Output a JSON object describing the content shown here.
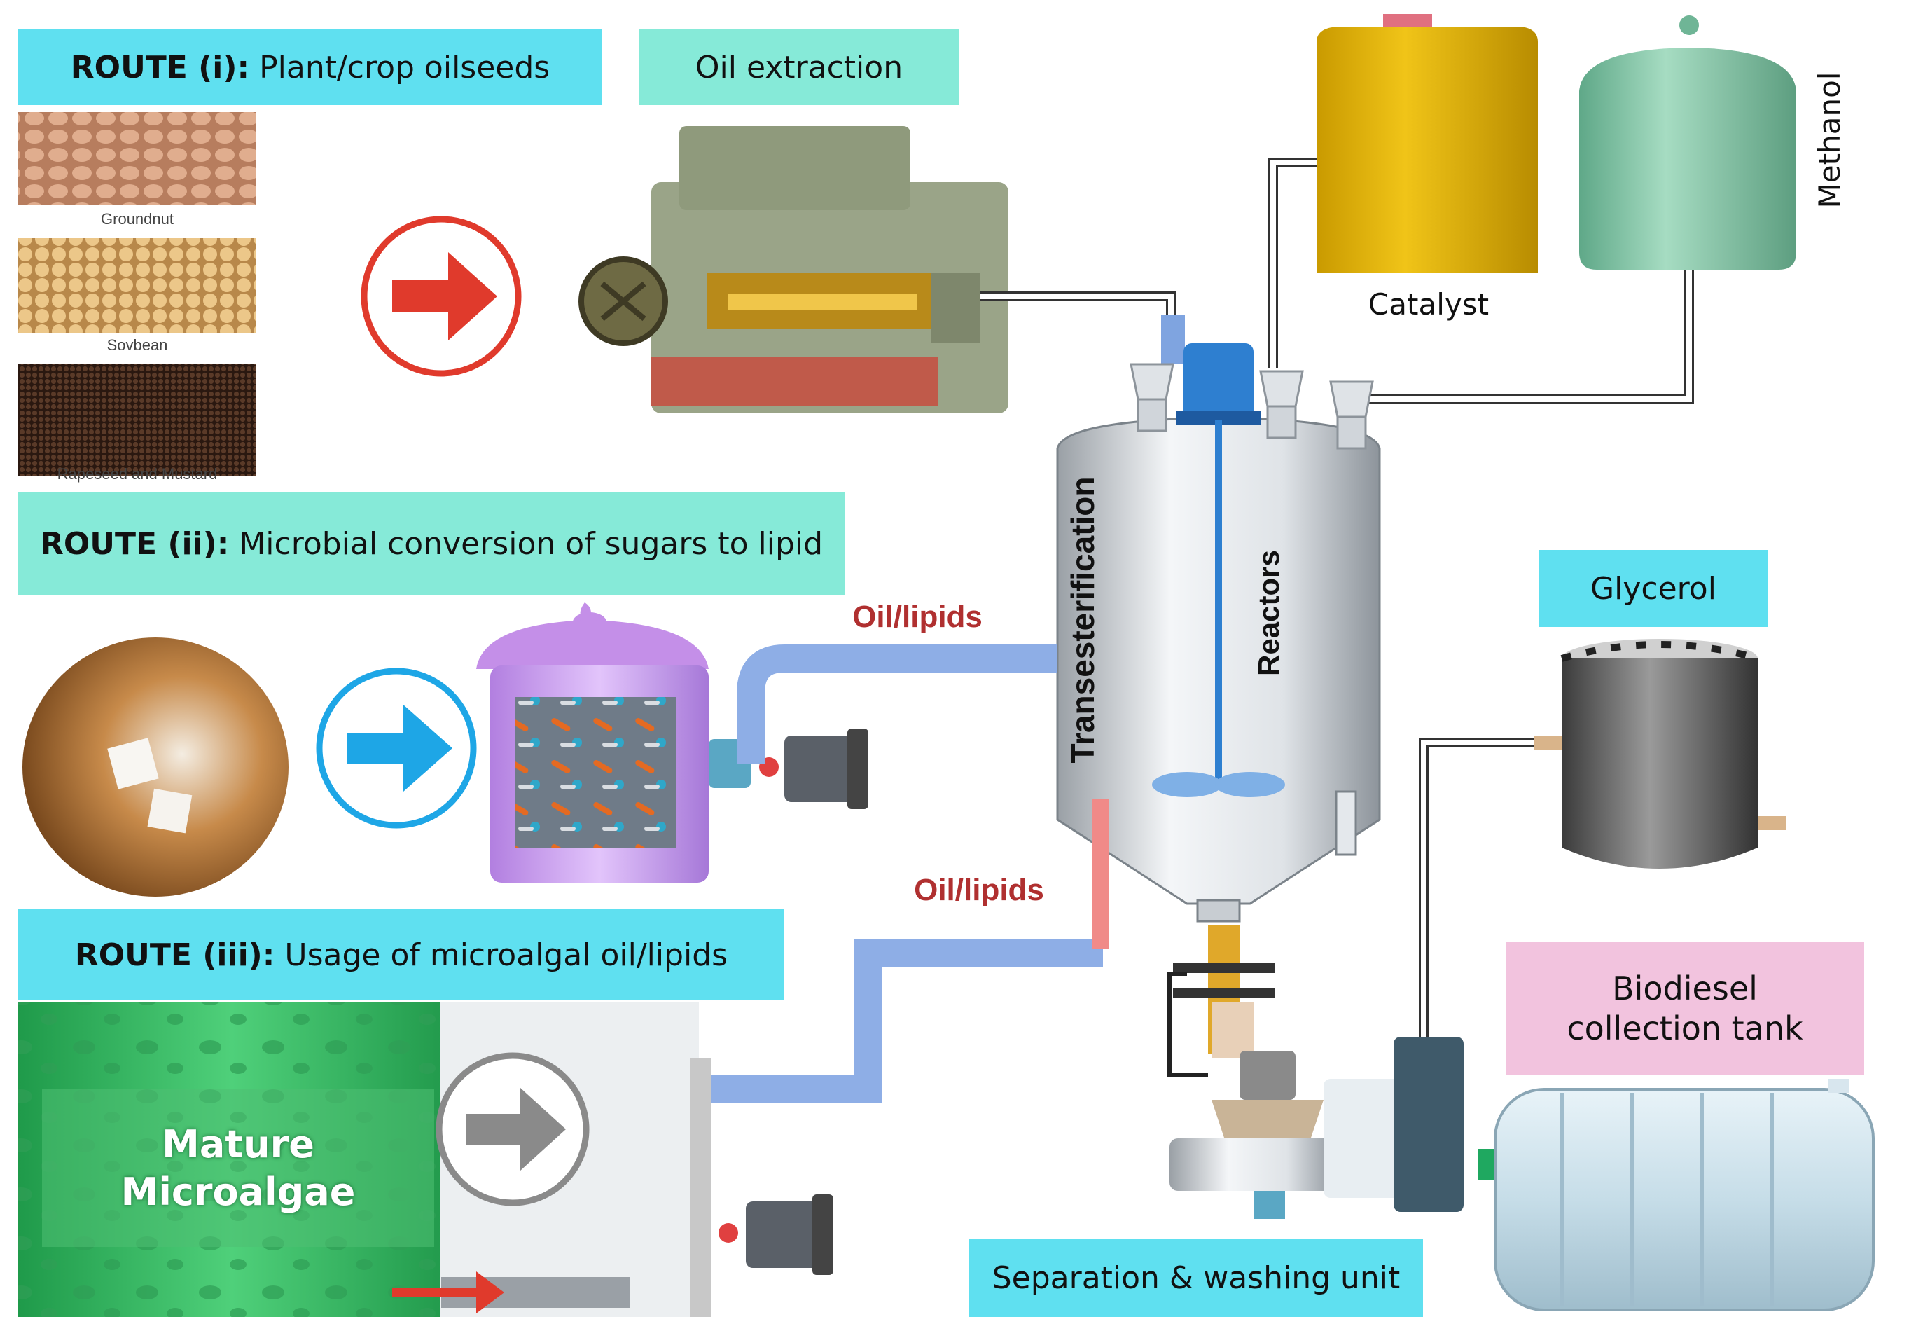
{
  "routes": {
    "route1": {
      "prefix": "ROUTE (i):",
      "text": "Plant/crop oilseeds"
    },
    "route2": {
      "prefix": "ROUTE (ii):",
      "text": "Microbial conversion of sugars to lipid"
    },
    "route3": {
      "prefix": "ROUTE (iii):",
      "text": "Usage of microalgal oil/lipids"
    }
  },
  "seeds": [
    {
      "name": "Groundnut",
      "color": "#c99272"
    },
    {
      "name": "Sovbean",
      "color": "#d8a968"
    },
    {
      "name": "Rapeseed and Mustard",
      "color": "#3a2418"
    }
  ],
  "units": {
    "oil_extraction": "Oil extraction",
    "catalyst": "Catalyst",
    "methanol": "Methanol",
    "transesterification": "Transesterification",
    "reactors": "Reactors",
    "glycerol": "Glycerol",
    "biodiesel_tank": "Biodiesel collection tank",
    "separation": "Separation & washing unit",
    "mature_microalgae": "Mature Microalgae"
  },
  "flows": {
    "oil_lipids_1": "Oil/lipids",
    "oil_lipids_2": "Oil/lipids"
  },
  "icons": [
    "arrow-right-icon"
  ],
  "colors": {
    "route_label": "#5fe0f0",
    "unit_label": "#86ead8",
    "biodiesel_label": "#f2c3de",
    "arrow_red": "#e03a2c",
    "arrow_blue": "#1ea6e6",
    "arrow_gray": "#8a8a8a",
    "pipe_blue": "#8eaee6",
    "flow_text": "#b03030"
  }
}
